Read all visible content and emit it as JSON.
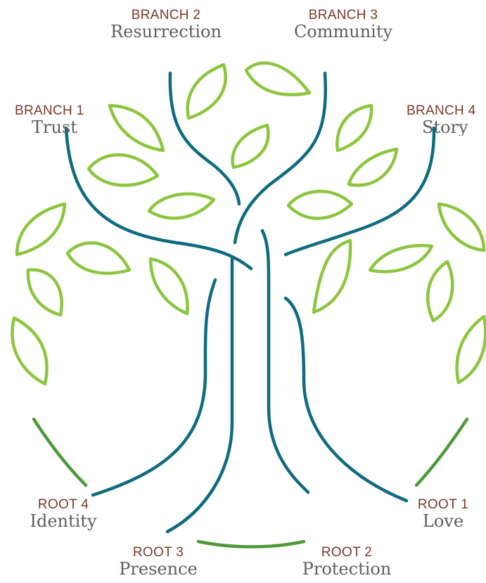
{
  "branches": [
    {
      "caption": "BRANCH 1",
      "word": "Trust"
    },
    {
      "caption": "BRANCH 2",
      "word": "Resurrection"
    },
    {
      "caption": "BRANCH 3",
      "word": "Community"
    },
    {
      "caption": "BRANCH 4",
      "word": "Story"
    }
  ],
  "roots": [
    {
      "caption": "ROOT 1",
      "word": "Love"
    },
    {
      "caption": "ROOT 2",
      "word": "Protection"
    },
    {
      "caption": "ROOT 3",
      "word": "Presence"
    },
    {
      "caption": "ROOT 4",
      "word": "Identity"
    }
  ],
  "colors": {
    "leaf": "#8cc63f",
    "trunk": "#0f6b80",
    "ground": "#4c9a3a",
    "caption": "#7a3a2a",
    "word": "#5e5e5e"
  }
}
